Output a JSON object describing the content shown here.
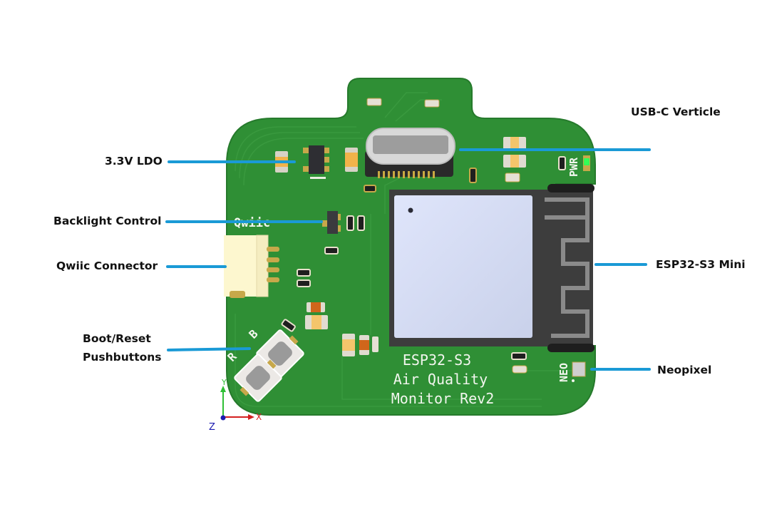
{
  "diagram": {
    "subject": "ESP32-S3 Air Quality Monitor PCB (3D render)",
    "silkscreen": {
      "title_lines": [
        "ESP32-S3",
        "Air Quality",
        "Monitor Rev2"
      ],
      "qwiic": "Qwiic",
      "pwr": "PWR",
      "neo": "NEO",
      "boot": "B",
      "reset": "R"
    },
    "axes": {
      "x": "X",
      "y": "Y",
      "z": "Z"
    },
    "callouts": {
      "ldo": "3.3V LDO",
      "backlight": "Backlight Control",
      "qwiic": "Qwiic Connector",
      "buttons_line1": "Boot/Reset",
      "buttons_line2": "Pushbuttons",
      "usbc": "USB-C Verticle",
      "esp32": "ESP32-S3 Mini",
      "neopixel": "Neopixel"
    },
    "colors": {
      "pcb": "#2f8f35",
      "leader_line": "#1a9ad6",
      "module_shield": "#d3daf0",
      "module_body": "#3d3d3d",
      "pwr_led": "#33ff55"
    }
  }
}
